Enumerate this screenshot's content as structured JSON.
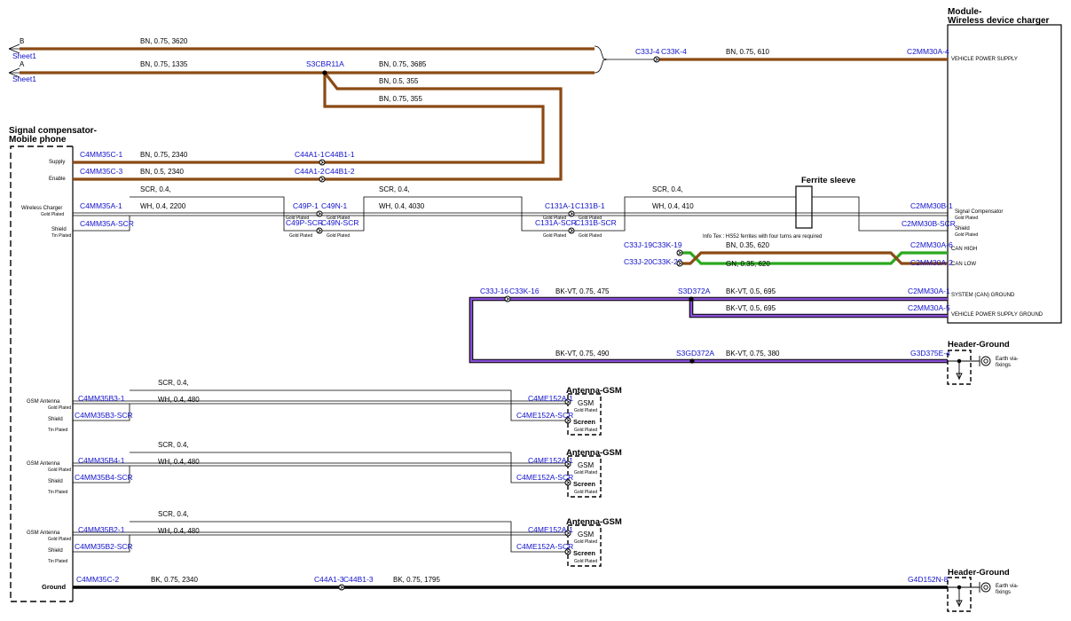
{
  "modules": {
    "charger": {
      "title1": "Module-",
      "title2": "Wireless device charger"
    },
    "compensator": {
      "title1": "Signal compensator-",
      "title2": "Mobile phone"
    },
    "ground1": {
      "title": "Header-Ground",
      "earth1": "Earth via-",
      "earth2": "fixings"
    },
    "ground2": {
      "title": "Header-Ground",
      "earth1": "Earth via-",
      "earth2": "fixings"
    },
    "ferrite": {
      "title": "Ferrite sleeve",
      "note": "Info Tex : HS52 ferrites with four turns are required"
    }
  },
  "sheets": {
    "b": {
      "letter": "B",
      "link": "Sheet1"
    },
    "a": {
      "letter": "A",
      "link": "Sheet1"
    }
  },
  "wires": {
    "b_main": "BN, 0.75, 3620",
    "a_main": "BN, 0.75, 1335",
    "a_splice": "S3CBR11A",
    "a_right": "BN, 0.75, 3685",
    "a_br1": "BN, 0.5, 355",
    "a_br2": "BN, 0.75, 355",
    "vps_conn1": "C33J-4",
    "vps_conn2": "C33K-4",
    "vps_wire": "BN, 0.75, 610",
    "vps_pin": "C2MM30A-4",
    "vps_label": "VEHICLE POWER SUPPLY",
    "supply_label": "Supply",
    "supply_pin": "C4MM35C-1",
    "supply_wire": "BN, 0.75, 2340",
    "supply_c1": "C44A1-1",
    "supply_c2": "C44B1-1",
    "enable_label": "Enable",
    "enable_pin": "C4MM35C-3",
    "enable_wire": "BN, 0.5, 2340",
    "enable_c1": "C44A1-2",
    "enable_c2": "C44B1-2",
    "wc_label": "Wireless Charger",
    "wc_gold": "Gold Plated",
    "wc_shield": "Shield",
    "wc_tin": "Tin Plated",
    "wc_pin": "C4MM35A-1",
    "wc_scr_pin": "C4MM35A-SCR",
    "wc_scr1": "SCR, 0.4,",
    "wc_wh1": "WH, 0.4, 2200",
    "c49p1": "C49P-1",
    "c49n1": "C49N-1",
    "c49pscr": "C49P-SCR",
    "c49nscr": "C49N-SCR",
    "gp_a": "Gold Plated",
    "gp_b": "Gold Plated",
    "gp_c": "Gold Plated",
    "gp_d": "Gold Plated",
    "wc_scr2": "SCR, 0.4,",
    "wc_wh2": "WH, 0.4, 4030",
    "c131a1": "C131A-1",
    "c131b1": "C131B-1",
    "c131ascr": "C131A-SCR",
    "c131bscr": "C131B-SCR",
    "gp_e": "Gold Plated",
    "gp_f": "Gold Plated",
    "gp_g": "Gold Plated",
    "gp_h": "Gold Plated",
    "wc_scr3": "SCR, 0.4,",
    "wc_wh3": "WH, 0.4, 410",
    "sc_pin": "C2MM30B-1",
    "sc_scr_pin": "C2MM30B-SCR",
    "sc_label": "Signal Compensator",
    "sc_gold": "Gold Plated",
    "sc_shield": "Shield",
    "sc_gold2": "Gold Plated",
    "canh_c1": "C33J-19",
    "canh_c2": "C33K-19",
    "canh_wire": "BN, 0.35, 620",
    "canh_pin": "C2MM30A-6",
    "canh_label": "CAN HIGH",
    "canl_c1": "C33J-20",
    "canl_c2": "C33K-20",
    "canl_wire": "GN, 0.35, 620",
    "canl_pin": "C2MM30A-2",
    "canl_label": "CAN LOW",
    "gnd_c1": "C33J-16",
    "gnd_c2": "C33K-16",
    "gnd_wire1": "BK-VT, 0.75, 475",
    "gnd_splice": "S3D372A",
    "gnd_wire2": "BK-VT, 0.5, 695",
    "gnd_pin1": "C2MM30A-1",
    "gnd_label1": "SYSTEM (CAN) GROUND",
    "gnd_wire3": "BK-VT, 0.5, 695",
    "gnd_pin2": "C2MM30A-5",
    "gnd_label2": "VEHICLE POWER SUPPLY GROUND",
    "gnd_wire4": "BK-VT, 0.75, 490",
    "gnd_splice2": "S3GD372A",
    "gnd_wire5": "BK-VT, 0.75, 380",
    "gnd_pin3": "G3D375E-4",
    "ground_label": "Ground",
    "ground_pin": "C4MM35C-2",
    "ground_wire1": "BK, 0.75, 2340",
    "ground_c1": "C44A1-3",
    "ground_c2": "C44B1-3",
    "ground_wire2": "BK, 0.75, 1795",
    "ground_pin2": "G4D152N-8"
  },
  "antennas": [
    {
      "title": "Antenna-GSM",
      "ant_label": "GSM Antenna",
      "ant_gold": "Gold Plated",
      "shield": "Shield",
      "tin": "Tin Plated",
      "pin": "C4MM35B3-1",
      "scr_pin": "C4MM35B3-SCR",
      "scr": "SCR, 0.4,",
      "wh": "WH, 0.4, 480",
      "rpin": "C4ME152A-1",
      "rscr": "C4ME152A-SCR",
      "gsm": "GSM",
      "gsm_gp": "Gold Plated",
      "screen": "Screen",
      "screen_gp": "Gold Plated"
    },
    {
      "title": "Antenna-GSM",
      "ant_label": "GSM Antenna",
      "ant_gold": "Gold Plated",
      "shield": "Shield",
      "tin": "Tin Plated",
      "pin": "C4MM35B4-1",
      "scr_pin": "C4MM35B4-SCR",
      "scr": "SCR, 0.4,",
      "wh": "WH, 0.4, 480",
      "rpin": "C4ME152A-1",
      "rscr": "C4ME152A-SCR",
      "gsm": "GSM",
      "gsm_gp": "Gold Plated",
      "screen": "Screen",
      "screen_gp": "Gold Plated"
    },
    {
      "title": "Antenna-GSM",
      "ant_label": "GSM Antenna",
      "ant_gold": "Gold Plated",
      "shield": "Shield",
      "tin": "Tin Plated",
      "pin": "C4MM35B2-1",
      "scr_pin": "C4MM35B2-SCR",
      "scr": "SCR, 0.4,",
      "wh": "WH, 0.4, 480",
      "rpin": "C4ME152A-1",
      "rscr": "C4ME152A-SCR",
      "gsm": "GSM",
      "gsm_gp": "Gold Plated",
      "screen": "Screen",
      "screen_gp": "Gold Plated"
    }
  ],
  "colors": {
    "brown": "#8b4a14",
    "green": "#2aa81e",
    "violet": "#8a4fd8",
    "black": "#000000",
    "blue_label": "#1010cc"
  }
}
